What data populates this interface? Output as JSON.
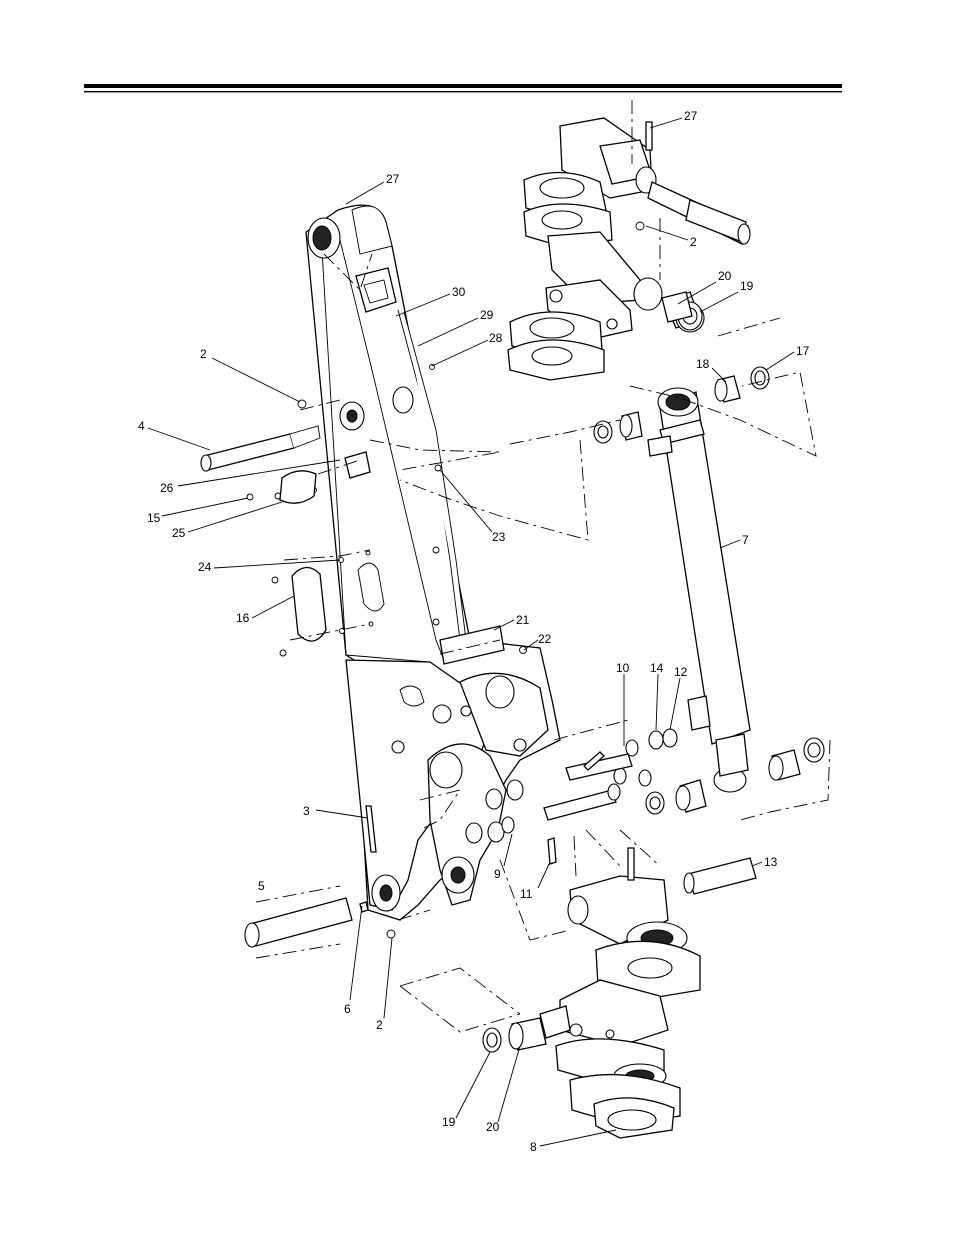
{
  "diagram": {
    "type": "exploded-parts-view",
    "callouts": [
      {
        "id": "c27a",
        "label": "27"
      },
      {
        "id": "c2a",
        "label": "2"
      },
      {
        "id": "c20a",
        "label": "20"
      },
      {
        "id": "c19a",
        "label": "19"
      },
      {
        "id": "c27b",
        "label": "27"
      },
      {
        "id": "c30",
        "label": "30"
      },
      {
        "id": "c29",
        "label": "29"
      },
      {
        "id": "c28",
        "label": "28"
      },
      {
        "id": "c18",
        "label": "18"
      },
      {
        "id": "c17",
        "label": "17"
      },
      {
        "id": "c2b",
        "label": "2"
      },
      {
        "id": "c4",
        "label": "4"
      },
      {
        "id": "c26",
        "label": "26"
      },
      {
        "id": "c15",
        "label": "15"
      },
      {
        "id": "c25",
        "label": "25"
      },
      {
        "id": "c23",
        "label": "23"
      },
      {
        "id": "c7",
        "label": "7"
      },
      {
        "id": "c24",
        "label": "24"
      },
      {
        "id": "c16",
        "label": "16"
      },
      {
        "id": "c21",
        "label": "21"
      },
      {
        "id": "c22",
        "label": "22"
      },
      {
        "id": "c10",
        "label": "10"
      },
      {
        "id": "c14",
        "label": "14"
      },
      {
        "id": "c12",
        "label": "12"
      },
      {
        "id": "c3",
        "label": "3"
      },
      {
        "id": "c9",
        "label": "9"
      },
      {
        "id": "c11",
        "label": "11"
      },
      {
        "id": "c13",
        "label": "13"
      },
      {
        "id": "c5",
        "label": "5"
      },
      {
        "id": "c6",
        "label": "6"
      },
      {
        "id": "c2c",
        "label": "2"
      },
      {
        "id": "c19b",
        "label": "19"
      },
      {
        "id": "c20b",
        "label": "20"
      },
      {
        "id": "c8",
        "label": "8"
      }
    ]
  }
}
